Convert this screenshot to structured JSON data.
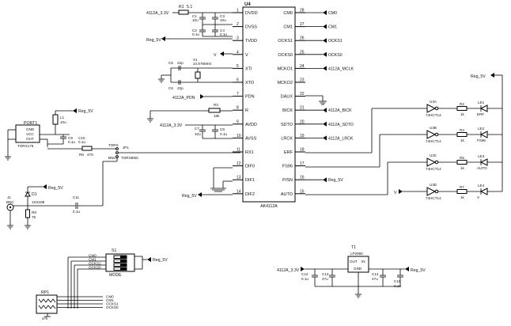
{
  "ic_u4": {
    "ref": "U4",
    "part": "AK4112A",
    "left_pins": [
      {
        "num": "1",
        "name": "DVDD",
        "net": "4112A_3.3V"
      },
      {
        "num": "2",
        "name": "DVSS",
        "net": ""
      },
      {
        "num": "3",
        "name": "TVDD",
        "net": "Reg_5V"
      },
      {
        "num": "4",
        "name": "V",
        "net": ""
      },
      {
        "num": "5",
        "name": "XTI",
        "net": ""
      },
      {
        "num": "6",
        "name": "XTO",
        "net": ""
      },
      {
        "num": "7",
        "name": "PDN",
        "net": "4112A_PDN"
      },
      {
        "num": "8",
        "name": "R",
        "net": ""
      },
      {
        "num": "9",
        "name": "AVDD",
        "net": "4112A_3.3V"
      },
      {
        "num": "10",
        "name": "AVSS",
        "net": ""
      },
      {
        "num": "11",
        "name": "RX1",
        "net": ""
      },
      {
        "num": "12",
        "name": "DIF0",
        "net": ""
      },
      {
        "num": "13",
        "name": "DIF1",
        "net": ""
      },
      {
        "num": "14",
        "name": "DIF2",
        "net": "Reg_5V"
      }
    ],
    "right_pins": [
      {
        "num": "28",
        "name": "CM0",
        "net": "CM0"
      },
      {
        "num": "27",
        "name": "CM1",
        "net": "CM1"
      },
      {
        "num": "26",
        "name": "OCKS1",
        "net": "OCKS1"
      },
      {
        "num": "25",
        "name": "OCKS0",
        "net": "OCKS0"
      },
      {
        "num": "24",
        "name": "MCKO1",
        "net": "4112A_MCLK"
      },
      {
        "num": "23",
        "name": "MCKO2",
        "net": ""
      },
      {
        "num": "22",
        "name": "DAUX",
        "net": ""
      },
      {
        "num": "21",
        "name": "BICK",
        "net": "4112A_BICK"
      },
      {
        "num": "20",
        "name": "SDTO",
        "net": "4112A_SDTO"
      },
      {
        "num": "19",
        "name": "LRCK",
        "net": "4112A_LRCK"
      },
      {
        "num": "18",
        "name": "ERF",
        "net": ""
      },
      {
        "num": "17",
        "name": "FS96",
        "net": ""
      },
      {
        "num": "16",
        "name": "P/SN",
        "net": "Reg_5V"
      },
      {
        "num": "15",
        "name": "AUTO",
        "net": ""
      }
    ]
  },
  "power": {
    "r1_ref": "R1",
    "r1_val": "5.1",
    "c1_ref": "C1",
    "c1_val": "10u",
    "c2_ref": "C2",
    "c2_val": "0.1u",
    "c3_ref": "C3",
    "c3_val": "10u",
    "c4_ref": "C4",
    "c4_val": "0.1u",
    "net_33": "4112A_3.3V",
    "net_5v": "Reg_5V",
    "v_label": "V"
  },
  "crystal": {
    "x1_ref": "X1",
    "x1_val": "24.576MHz",
    "c5_ref": "C5",
    "c5_val": "22p",
    "c6_ref": "C6",
    "c6_val": "22p"
  },
  "mid": {
    "pdn_net": "4112A_PDN",
    "r3_ref": "R3",
    "r3_val": "18k",
    "net_33": "4112A_3.3V",
    "c7_ref": "C7",
    "c7_val": "10u",
    "c8_ref": "C8",
    "c8_val": "0.1u"
  },
  "optical": {
    "port_ref": "PORT1",
    "port_part": "TORX176",
    "pin_gnd": "GND",
    "pin_vcc": "VCC",
    "pin_out": "OUT",
    "l1_ref": "L1",
    "l1_val": "10u",
    "c9_ref": "C9",
    "c9_val": "0.1u",
    "c10_ref": "C10",
    "c10_val": "0.1u",
    "r6_ref": "R6",
    "r6_val": "470",
    "torx_label": "TORX",
    "jp1_ref": "JP1",
    "bnc_label": "BNC",
    "torxbnc_label": "TORXBNC",
    "reg5v": "Reg_5V"
  },
  "coax": {
    "j_ref": "J1",
    "j_label": "BNC",
    "d1_ref": "D1",
    "d1_part": "1SS188",
    "c11_ref": "C11",
    "c11_val": "0.1u",
    "r8_ref": "R8",
    "r8_val": "75",
    "reg5v": "Reg_5V"
  },
  "outputs": {
    "inverter_part": "74HCT14",
    "reg5v": "Reg_5V",
    "v_label": "V",
    "rows": [
      {
        "inv": "U3A",
        "r_ref": "R2",
        "r_val": "1k",
        "led": "LE1",
        "name": "ERF"
      },
      {
        "inv": "U3B",
        "r_ref": "R4",
        "r_val": "1k",
        "led": "LE2",
        "name": "FS96"
      },
      {
        "inv": "U3C",
        "r_ref": "R5",
        "r_val": "1k",
        "led": "LE3",
        "name": "AUTO"
      },
      {
        "inv": "U3D",
        "r_ref": "R7",
        "r_val": "1k",
        "led": "LE4",
        "name": "V"
      }
    ]
  },
  "mode": {
    "s1_ref": "S1",
    "s1_label": "MODE",
    "rp_ref": "RP1",
    "rp_val": "47k",
    "reg5v": "Reg_5V",
    "nets": [
      "CM0",
      "CM1",
      "OCKS1",
      "OCKS0"
    ]
  },
  "regulator": {
    "t1_ref": "T1",
    "t1_part": "LP2950",
    "pin_in": "IN",
    "pin_out": "OUT",
    "pin_gnd": "GND",
    "net_in": "Reg_5V",
    "net_out": "4112A_3.3V",
    "c12_ref": "C12",
    "c12_val": "0.1u",
    "c13_ref": "C13",
    "c13_val": "47u",
    "c14_ref": "C14",
    "c14_val": "47u",
    "c15_ref": "C15",
    "c15_val": "0.1u"
  }
}
